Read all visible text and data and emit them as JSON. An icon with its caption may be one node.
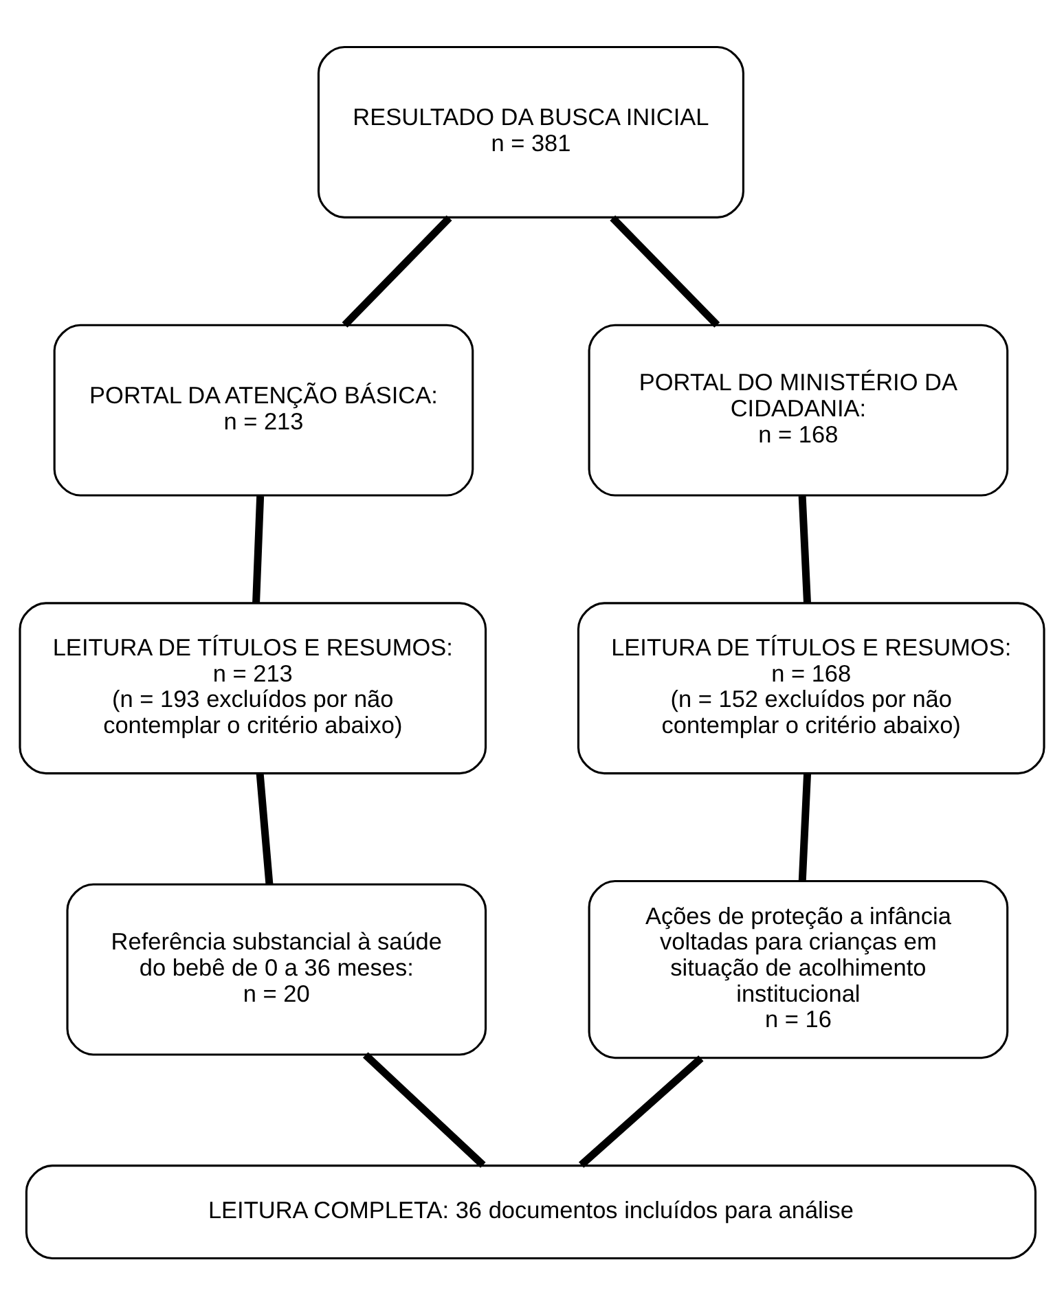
{
  "diagram": {
    "nodes": [
      {
        "text": [
          "RESULTADO DA BUSCA INICIAL",
          "n = 381"
        ]
      },
      {
        "text": [
          "PORTAL DA ATENÇÃO BÁSICA:",
          "n = 213"
        ]
      },
      {
        "text": [
          "PORTAL DO MINISTÉRIO DA CIDADANIA:",
          "n = 168"
        ]
      },
      {
        "text": [
          "LEITURA DE TÍTULOS E RESUMOS:",
          "n = 213",
          "(n = 193 excluídos por não contemplar o critério abaixo)"
        ]
      },
      {
        "text": [
          "LEITURA DE TÍTULOS E RESUMOS:",
          "n = 168",
          "(n = 152 excluídos por não contemplar o critério abaixo)"
        ]
      },
      {
        "text": [
          "Referência substancial à saúde do bebê de 0 a 36 meses:",
          "n = 20"
        ]
      },
      {
        "text": [
          "Ações de proteção a infância voltadas para crianças em situação de acolhimento institucional",
          "n = 16"
        ]
      },
      {
        "text": [
          "LEITURA COMPLETA: 36 documentos incluídos para análise"
        ]
      }
    ],
    "edges": [
      {
        "from": 0,
        "to": 1,
        "arrow": "none"
      },
      {
        "from": 0,
        "to": 2,
        "arrow": "none"
      },
      {
        "from": 1,
        "to": 3,
        "arrow": "none"
      },
      {
        "from": 2,
        "to": 4,
        "arrow": "none"
      },
      {
        "from": 3,
        "to": 5,
        "arrow": "none"
      },
      {
        "from": 4,
        "to": 6,
        "arrow": "none"
      },
      {
        "from": 5,
        "to": 7,
        "arrow": "none"
      },
      {
        "from": 6,
        "to": 7,
        "arrow": "none"
      }
    ]
  }
}
